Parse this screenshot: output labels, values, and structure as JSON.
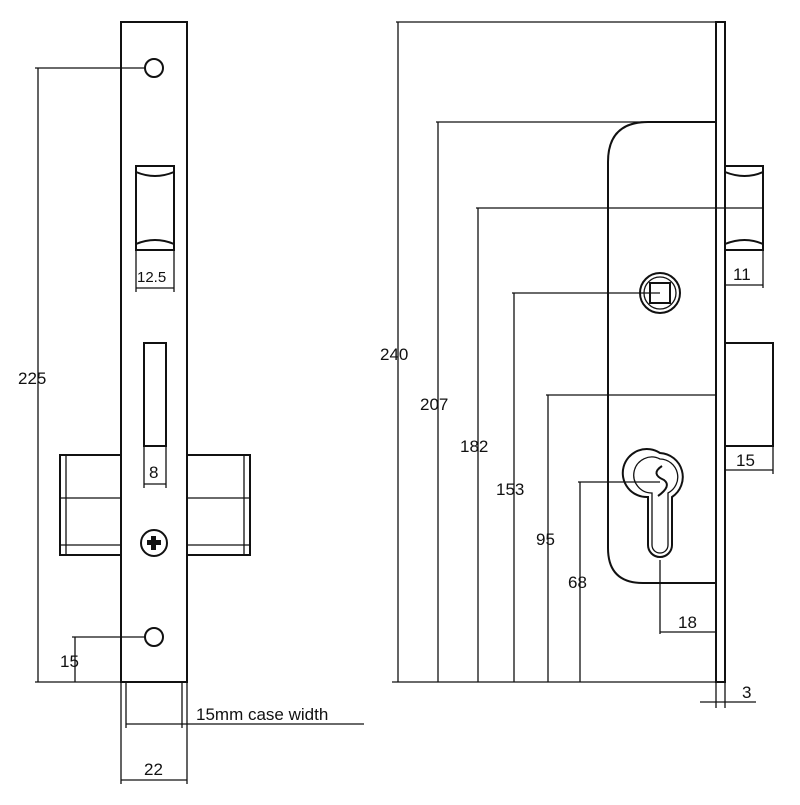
{
  "front_view": {
    "dimensions": {
      "hole_spacing": "225",
      "bottom_offset": "15",
      "latch_width": "12.5",
      "deadbolt_width": "8",
      "faceplate_width": "22",
      "case_width_note": "15mm case width"
    }
  },
  "side_view": {
    "dimensions": {
      "total_height": "240",
      "case_top": "207",
      "latch_height": "182",
      "spindle_height": "153",
      "deadbolt_height": "95",
      "cylinder_height": "68",
      "backset": "18",
      "latch_projection": "11",
      "deadbolt_projection": "15",
      "faceplate_thickness": "3"
    }
  },
  "colors": {
    "line": "#111111",
    "background": "#ffffff"
  }
}
